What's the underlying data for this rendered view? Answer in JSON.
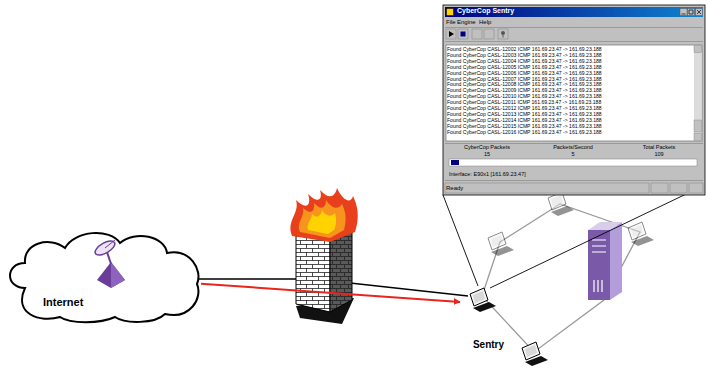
{
  "diagram": {
    "nodes": [
      {
        "text": [
          "CyberCop Sentry",
          "File",
          "Engine",
          "Help",
          "Found CyberCop CASL-12002 ICMP 161.69.23.47 -> 161.69.23.188",
          "Found CyberCop CASL-12003 ICMP 161.69.23.47 -> 161.69.23.188",
          "Found CyberCop CASL-12004 ICMP 161.69.23.47 -> 161.69.23.188",
          "Found CyberCop CASL-12005 ICMP 161.69.23.47 -> 161.69.23.188",
          "Found CyberCop CASL-12006 ICMP 161.69.23.47 -> 161.69.23.188",
          "Found CyberCop CASL-12007 ICMP 161.69.23.47 -> 161.69.23.188",
          "Found CyberCop CASL-12008 ICMP 161.69.23.47 -> 161.69.23.188",
          "Found CyberCop CASL-12009 ICMP 161.69.23.47 -> 161.69.23.188",
          "Found CyberCop CASL-12010 ICMP 161.69.23.47 -> 161.69.23.188",
          "Found CyberCop CASL-12011 ICMP 161.69.23.47 -> 161.69.23.188",
          "Found CyberCop CASL-12012 ICMP 161.69.23.47 -> 161.69.23.188",
          "Found CyberCop CASL-12013 ICMP 161.69.23.47 -> 161.69.23.188",
          "Found CyberCop CASL-12014 ICMP 161.69.23.47 -> 161.69.23.188",
          "Found CyberCop CASL-12015 ICMP 161.69.23.47 -> 161.69.23.188",
          "Found CyberCop CASL-12016 ICMP 161.69.23.47 -> 161.69.23.188",
          "CyberCop Packets",
          "15",
          "Packets/Second",
          "5",
          "Total Packets",
          "109",
          "Interface: E90x1 [161.69.23.47]",
          "Ready"
        ]
      },
      {
        "text": [
          "Internet"
        ]
      },
      {
        "text": [
          "Sentry"
        ]
      }
    ],
    "edges": [
      {
        "from": 1,
        "to": 2,
        "arrow": "to"
      }
    ]
  }
}
